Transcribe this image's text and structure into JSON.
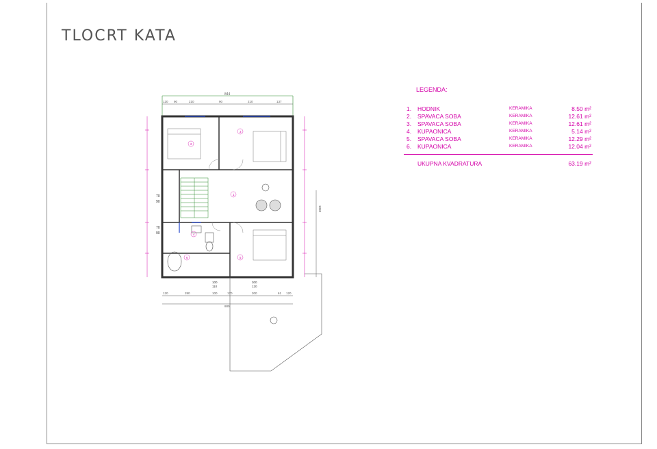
{
  "title": "TLOCRT KATA",
  "legend": {
    "heading": "LEGENDA:",
    "rows": [
      {
        "num": "1.",
        "name": "HODNIK",
        "material": "KERAMIKA",
        "area": "8.50 m²"
      },
      {
        "num": "2.",
        "name": "SPAVACA SOBA",
        "material": "KERAMIKA",
        "area": "12.61 m²"
      },
      {
        "num": "3.",
        "name": "SPAVACA SOBA",
        "material": "KERAMIKA",
        "area": "12.61 m²"
      },
      {
        "num": "4.",
        "name": "KUPAONICA",
        "material": "KERAMIKA",
        "area": "5.14 m²"
      },
      {
        "num": "5.",
        "name": "SPAVACA SOBA",
        "material": "KERAMIKA",
        "area": "12.29 m²"
      },
      {
        "num": "6.",
        "name": "KUPAONICA",
        "material": "KERAMIKA",
        "area": "12.04 m²"
      }
    ],
    "total_label": "UKUPNA KVADRATURA",
    "total_area": "63.19 m²"
  },
  "plan": {
    "top_total": "844",
    "top_dims": [
      "120",
      "90",
      "210",
      "90",
      "210",
      "137"
    ],
    "bottom_dims": [
      "120",
      "280",
      "100",
      "170",
      "300",
      "61",
      "120"
    ],
    "bottom_total": "880",
    "side_total": "1030",
    "left_dims_a": [
      "70",
      "90"
    ],
    "left_dims_b": [
      "70",
      "90"
    ],
    "room_numbers": [
      "1",
      "2",
      "3",
      "4",
      "5",
      "6"
    ],
    "door_dims": [
      "100",
      "110",
      "300",
      "120"
    ]
  }
}
